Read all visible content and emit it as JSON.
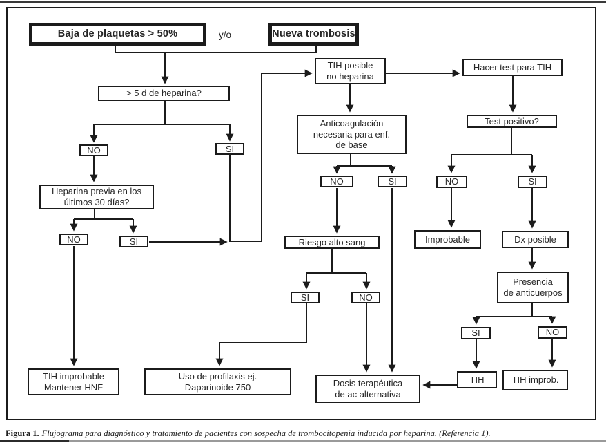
{
  "figure": {
    "caption_label": "Figura 1.",
    "caption_text": "Flujograma para diagnóstico y tratamiento de pacientes con sospecha de trombocitopenia inducida por heparina. (Referencia 1).",
    "connector_label": "y/o"
  },
  "colors": {
    "line": "#1b1b1b",
    "text": "#262626"
  },
  "nodes": {
    "baja_plaquetas": "Baja de plaquetas > 50%",
    "nueva_trombosis": "Nueva trombosis",
    "mas_5d_heparina": "> 5 d de heparina?",
    "no_5d": "NO",
    "si_5d": "SI",
    "heparina_previa": "Heparina previa en los\núltimos 30 días?",
    "no_heparina_previa": "NO",
    "si_heparina_previa": "SI",
    "tih_posible": "TIH posible\nno heparina",
    "hacer_test": "Hacer test para TIH",
    "anticoagulacion": "Anticoagulación\nnecesaria para enf.\nde base",
    "no_anticoag": "NO",
    "si_anticoag": "SI",
    "riesgo_alto": "Riesgo alto sang",
    "si_riesgo": "SI",
    "no_riesgo": "NO",
    "test_positivo": "Test positivo?",
    "no_test": "NO",
    "si_test": "SI",
    "improbable": "Improbable",
    "dx_posible": "Dx posible",
    "presencia_anticuerpos": "Presencia\nde anticuerpos",
    "si_anticuerpos": "SI",
    "no_anticuerpos": "NO",
    "tih": "TIH",
    "tih_improb": "TIH improb.",
    "tih_improbable_hnf": "TIH improbable\nMantener HNF",
    "uso_profilaxis": "Uso de profilaxis ej.\nDaparinoide 750",
    "dosis_terapeutica": "Dosis terapéutica\nde ac alternativa"
  }
}
